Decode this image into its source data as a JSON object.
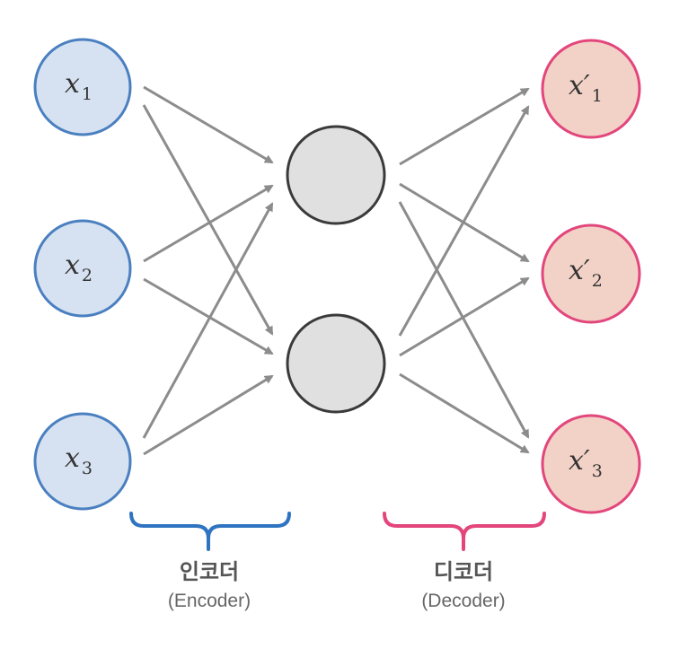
{
  "inputs": [
    {
      "base": "x",
      "sub": "1"
    },
    {
      "base": "x",
      "sub": "2"
    },
    {
      "base": "x",
      "sub": "3"
    }
  ],
  "outputs": [
    {
      "base": "x′",
      "sub": "1"
    },
    {
      "base": "x′",
      "sub": "2"
    },
    {
      "base": "x′",
      "sub": "3"
    }
  ],
  "encoder": {
    "label": "인코더",
    "sub": "(Encoder)"
  },
  "decoder": {
    "label": "디코더",
    "sub": "(Decoder)"
  },
  "colors": {
    "input_fill": "#d6e2f1",
    "input_stroke": "#4a7fc0",
    "hidden_fill": "#e0e0e0",
    "hidden_stroke": "#3a3a3a",
    "output_fill": "#f2d2c6",
    "output_stroke": "#e2467c",
    "edge": "#8c8c8c"
  }
}
